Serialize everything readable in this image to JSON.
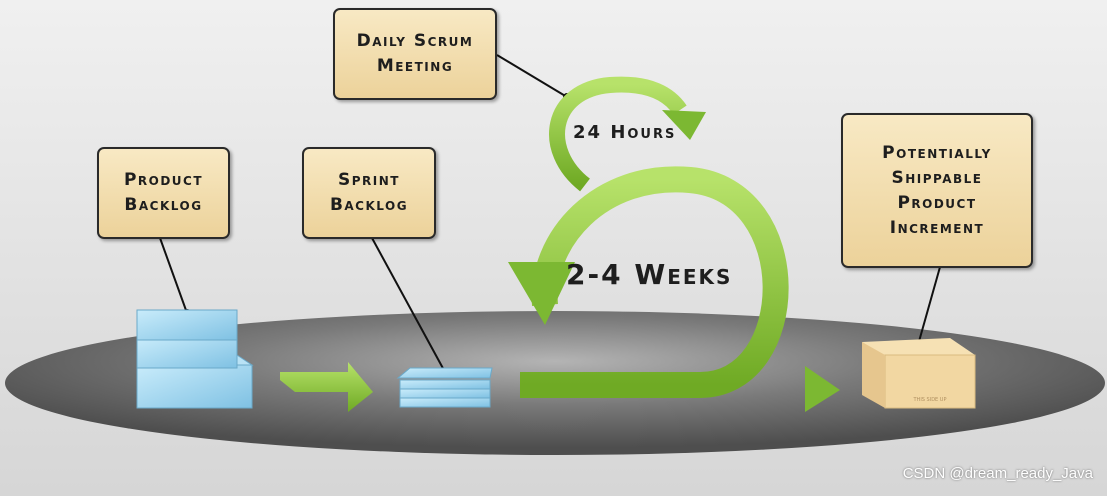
{
  "labels": {
    "daily_scrum": [
      "Daily Scrum",
      "Meeting"
    ],
    "product_backlog": [
      "Product",
      "Backlog"
    ],
    "sprint_backlog": [
      "Sprint",
      "Backlog"
    ],
    "increment": [
      "Potentially",
      "Shippable",
      "Product",
      "Increment"
    ]
  },
  "cycles": {
    "daily": "24 Hours",
    "sprint": "2-4 Weeks"
  },
  "box_print": "THIS SIDE UP",
  "watermark": "CSDN @dream_ready_Java",
  "colors": {
    "arrow": "#8cc63f",
    "box_fill": "#f1dcaa",
    "platform": "#555555",
    "backlog_blue": "#9fd3ee"
  }
}
